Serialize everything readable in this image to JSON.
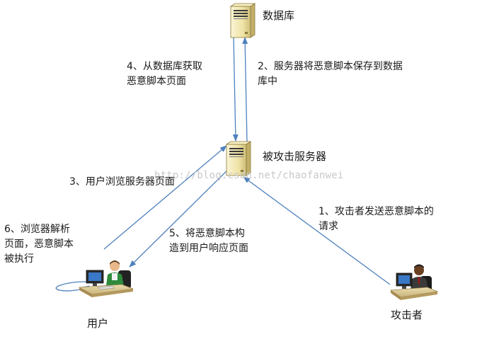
{
  "nodes": {
    "database": {
      "label": "数据库",
      "icon": "server-tower-icon"
    },
    "server": {
      "label": "被攻击服务器",
      "icon": "server-tower-icon"
    },
    "user": {
      "label": "用户",
      "icon": "user-computer-icon"
    },
    "attacker": {
      "label": "攻击者",
      "icon": "attacker-computer-icon"
    }
  },
  "steps": {
    "step1": [
      "1、攻击者发送恶意脚本的",
      "请求"
    ],
    "step2": [
      "2、服务器将恶意脚本保存到数据",
      "库中"
    ],
    "step3": [
      "3、用户浏览服务器页面"
    ],
    "step4": [
      "4、从数据库获取",
      "恶意脚本页面"
    ],
    "step5": [
      "5、将恶意脚本构",
      "造到用户响应页面"
    ],
    "step6": [
      "6、浏览器解析",
      "页面，恶意脚本",
      "被执行"
    ]
  },
  "watermark": "http://blog.csdn.net/chaofanwei",
  "colors": {
    "arrow": "#4f81bd",
    "server_body": "#f3e9b5",
    "server_edge": "#8a7a3a",
    "desk": "#d9c896",
    "shirt_user": "#2e8b3c",
    "suit_attacker": "#3a3a3a"
  }
}
